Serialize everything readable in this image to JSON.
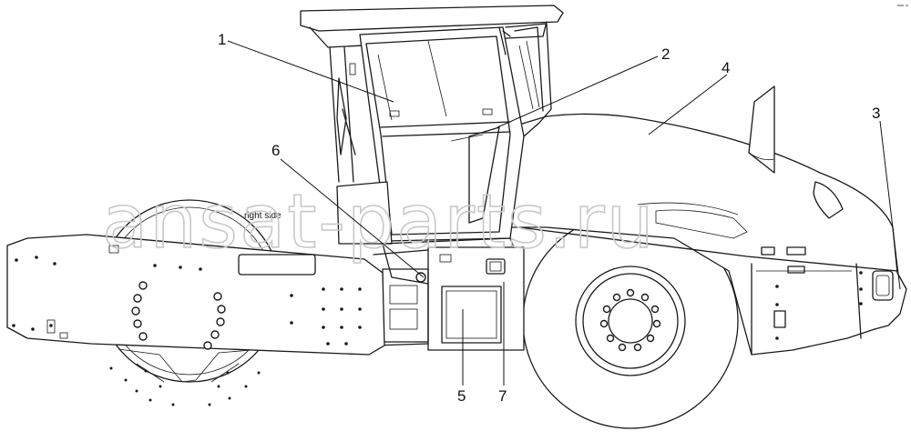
{
  "callouts": [
    {
      "id": "1",
      "label": "1"
    },
    {
      "id": "2",
      "label": "2"
    },
    {
      "id": "3",
      "label": "3"
    },
    {
      "id": "4",
      "label": "4"
    },
    {
      "id": "5",
      "label": "5"
    },
    {
      "id": "6",
      "label": "6"
    },
    {
      "id": "7",
      "label": "7"
    }
  ],
  "side_label": "right side",
  "watermark": "ansat-parts.ru",
  "colors": {
    "line": "#1a1a1a",
    "background": "#ffffff",
    "watermark": "#c8c8c8"
  }
}
